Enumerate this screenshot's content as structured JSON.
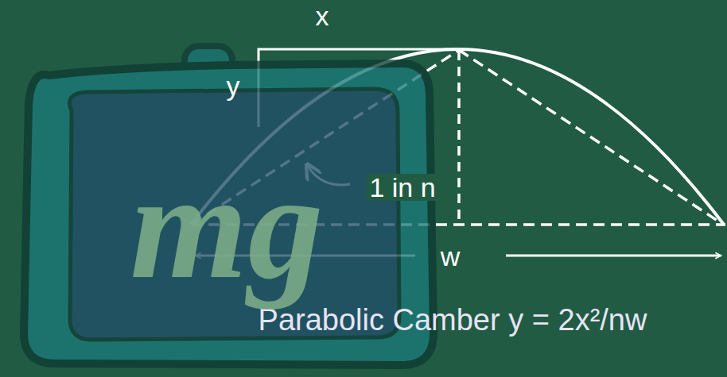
{
  "diagram": {
    "labels": [
      "x",
      "y",
      "1 in n",
      "w",
      "Parabolic Camber y = 2x²/nw",
      "mg"
    ]
  }
}
